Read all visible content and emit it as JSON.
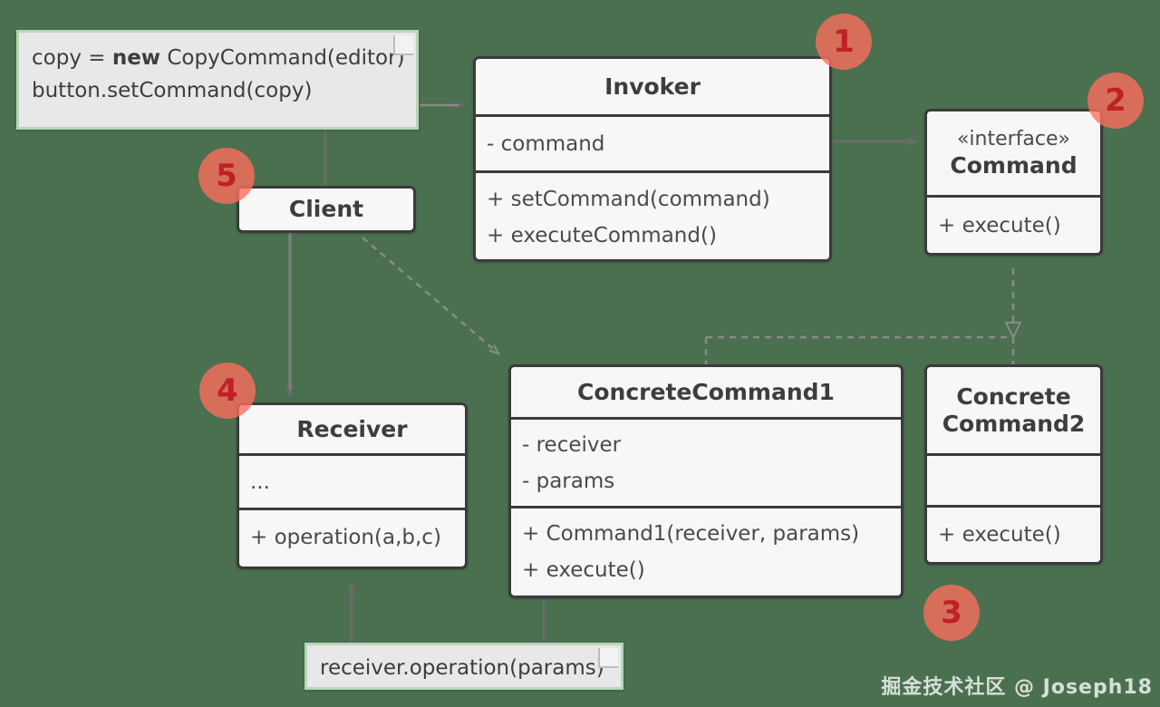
{
  "diagram": {
    "title": "Command Pattern UML Class Diagram",
    "background_color": "#4a7050",
    "box_fill": "#f7f7f7",
    "box_border": "#3b3b3b",
    "note_fill": "#e8e8e8",
    "note_border": "#b9d6bb",
    "badge_fill": "#ff6e5c",
    "badge_text_color": "#c02028",
    "line_color": "#6b6b6b"
  },
  "notes": {
    "client_note": {
      "line1_a": "copy = ",
      "line1_b": "new",
      "line1_c": " CopyCommand(editor)",
      "line2": "button.setCommand(copy)"
    },
    "receiver_note": {
      "line1": "receiver.operation(params)"
    }
  },
  "classes": {
    "invoker": {
      "name": "Invoker",
      "attributes": [
        "- command"
      ],
      "methods": [
        "+ setCommand(command)",
        "+ executeCommand()"
      ]
    },
    "command": {
      "stereotype": "«interface»",
      "name": "Command",
      "methods": [
        "+ execute()"
      ]
    },
    "client": {
      "name": "Client"
    },
    "receiver": {
      "name": "Receiver",
      "attributes": [
        "..."
      ],
      "methods": [
        "+ operation(a,b,c)"
      ]
    },
    "concrete_command_1": {
      "name": "ConcreteCommand1",
      "attributes": [
        "- receiver",
        "- params"
      ],
      "methods": [
        "+ Command1(receiver, params)",
        "+ execute()"
      ]
    },
    "concrete_command_2": {
      "name_line1": "Concrete",
      "name_line2": "Command2",
      "attributes": [
        ""
      ],
      "methods": [
        "+ execute()"
      ]
    }
  },
  "badges": [
    {
      "label": "1"
    },
    {
      "label": "2"
    },
    {
      "label": "3"
    },
    {
      "label": "4"
    },
    {
      "label": "5"
    }
  ],
  "watermark": {
    "text": "掘金技术社区 @ Joseph18"
  }
}
